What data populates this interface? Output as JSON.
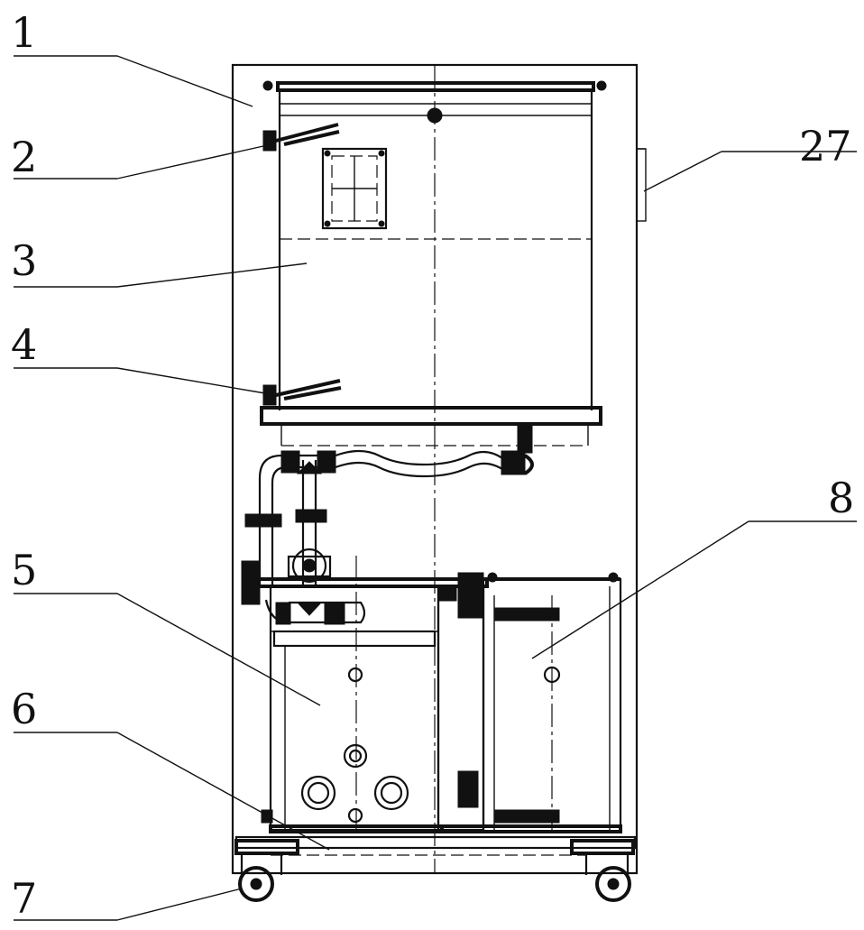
{
  "labels": {
    "l1": "1",
    "l2": "2",
    "l3": "3",
    "l4": "4",
    "l5": "5",
    "l6": "6",
    "l7": "7",
    "l8": "8",
    "l27": "27"
  }
}
